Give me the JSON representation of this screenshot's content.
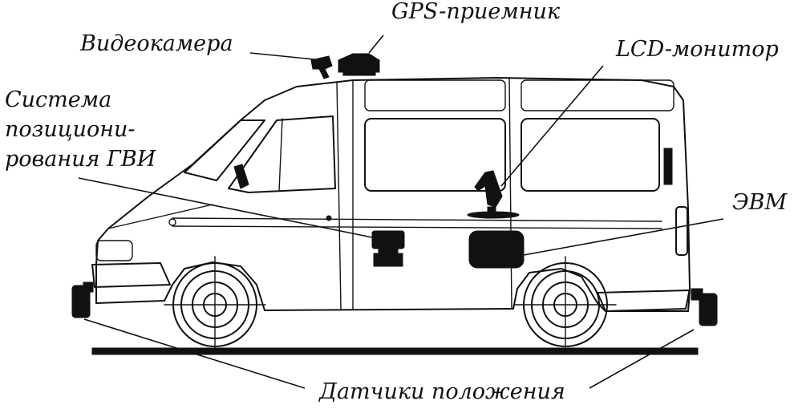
{
  "labels": {
    "gps": "GPS-приемник",
    "camera": "Видеокамера",
    "lcd": "LCD-монитор",
    "positioning_line1": "Система",
    "positioning_line2": "позициони-",
    "positioning_line3": "рования ГВИ",
    "computer": "ЭВМ",
    "sensors": "Датчики положения"
  },
  "colors": {
    "ink": "#111111",
    "background": "#ffffff"
  }
}
